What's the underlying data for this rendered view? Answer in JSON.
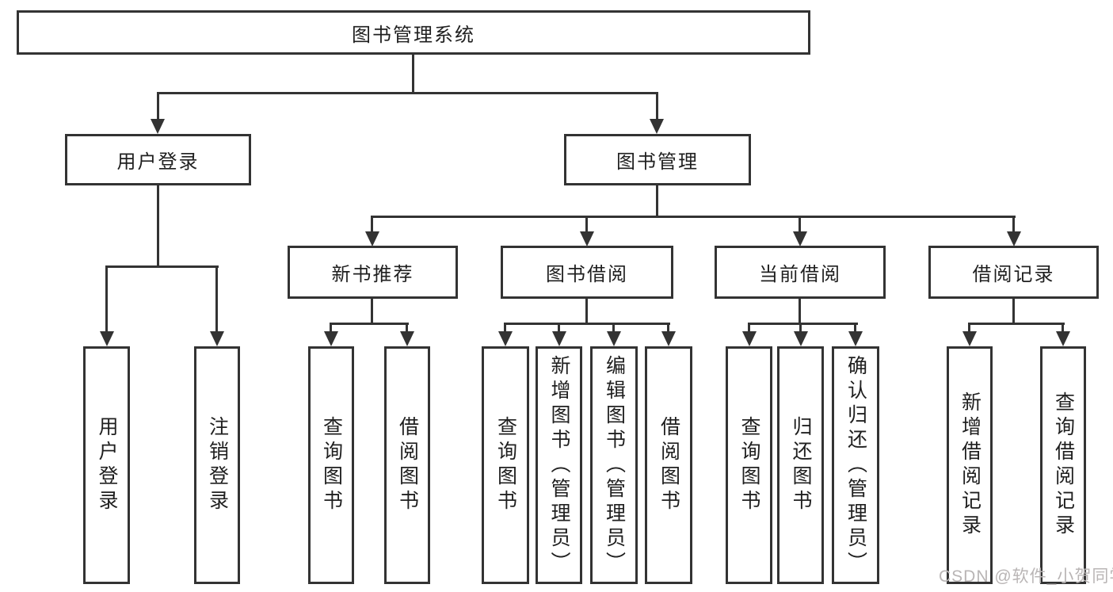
{
  "nodes": {
    "root": "图书管理系统",
    "user_login": "用户登录",
    "book_mgmt": "图书管理",
    "new_book_rec": "新书推荐",
    "book_borrow": "图书借阅",
    "current_borrow": "当前借阅",
    "borrow_records": "借阅记录",
    "ul_login": "用户登录",
    "ul_logout": "注销登录",
    "nbr_query_book": "查询图书",
    "nbr_borrow_book": "借阅图书",
    "bb_query_book": "查询图书",
    "bb_add_book": "新增图书（管理员）",
    "bb_edit_book": "编辑图书（管理员）",
    "bb_borrow_book": "借阅图书",
    "cb_query_book": "查询图书",
    "cb_return_book": "归还图书",
    "cb_confirm_return": "确认归还（管理员）",
    "br_add_record": "新增借阅记录",
    "br_query_record": "查询借阅记录"
  },
  "colors": {
    "line": "#333333",
    "text": "#1f1f1f",
    "watermark": "#b9b5b5",
    "background": "#ffffff"
  },
  "watermark": "CSDN @软件_小贺同学"
}
